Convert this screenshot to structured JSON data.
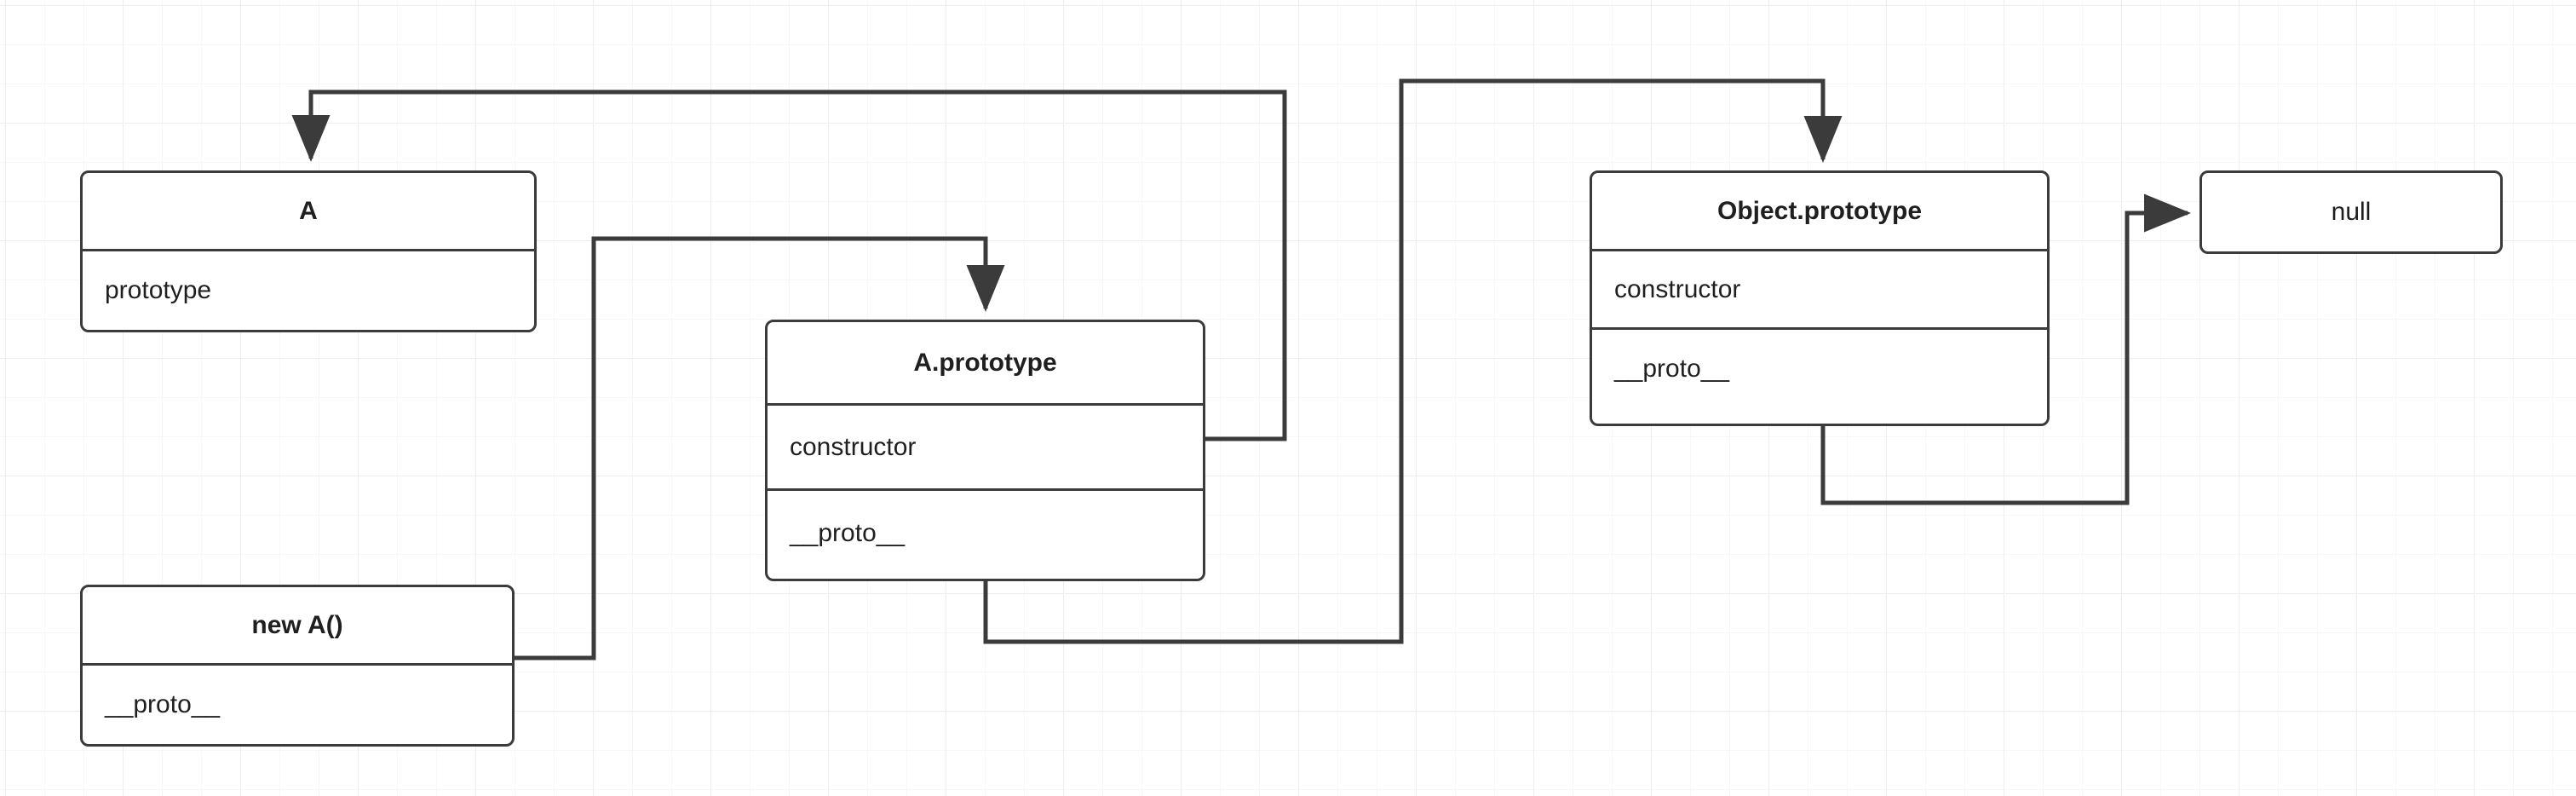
{
  "diagram": {
    "title": "JavaScript prototype chain diagram",
    "line_color": "#3b3b3b",
    "text_color": "#1f1f1f",
    "background": "#ffffff",
    "grid_color": "#ededed"
  },
  "nodes": {
    "a": {
      "header": "A",
      "fields": [
        "prototype"
      ]
    },
    "new_a": {
      "header": "new A()",
      "fields": [
        "__proto__"
      ]
    },
    "a_prototype": {
      "header": "A.prototype",
      "fields": [
        "constructor",
        "__proto__"
      ]
    },
    "object_prototype": {
      "header": "Object.prototype",
      "fields": [
        "constructor",
        "__proto__"
      ]
    },
    "null_node": {
      "header": "null",
      "fields": []
    }
  },
  "edges": [
    {
      "name": "a-prototype-constructor-to-a",
      "from": "A.prototype.constructor",
      "to": "A",
      "arrow": "down"
    },
    {
      "name": "new-a-proto-to-a-prototype",
      "from": "new A().__proto__",
      "to": "A.prototype",
      "arrow": "down"
    },
    {
      "name": "a-prototype-proto-to-object-prototype",
      "from": "A.prototype.__proto__",
      "to": "Object.prototype",
      "arrow": "down"
    },
    {
      "name": "object-prototype-proto-to-null",
      "from": "Object.prototype.__proto__",
      "to": "null",
      "arrow": "right"
    }
  ]
}
